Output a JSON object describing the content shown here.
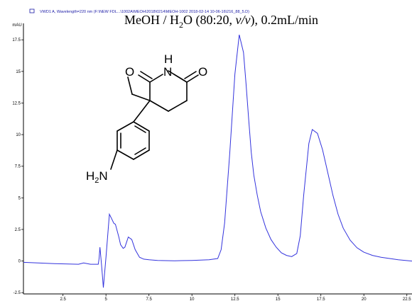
{
  "header": {
    "trace_label": "VWD1 A, Wavelength=220 nm (F:\\NEW FDL...\\1002A\\MEOH\\2018\\0214\\MEOH-1002 2018-02-14 10-06-16\\216_88_5.D)"
  },
  "conditions": {
    "prefix": "MeOH / H",
    "sub": "2",
    "middle": "O (80:20, ",
    "italic": "v/v",
    "suffix": "), 0.2mL/min"
  },
  "structure": {
    "atom_o_left": "O",
    "atom_nh": "H",
    "atom_n": "N",
    "atom_o_right": "O",
    "amine_h": "H",
    "amine_sub": "2",
    "amine_n": "N"
  },
  "chart_data": {
    "type": "line",
    "title": "",
    "xlabel": "",
    "ylabel": "mAU",
    "xlim": [
      0.2,
      22.8
    ],
    "ylim": [
      -2.6,
      18.8
    ],
    "x_ticks": [
      2.5,
      5,
      7.5,
      10,
      12.5,
      15,
      17.5,
      20,
      22.5
    ],
    "x_tick_labels": [
      "2.5",
      "5",
      "7.5",
      "10",
      "12.5",
      "15",
      "17.5",
      "20",
      "22.5"
    ],
    "y_ticks": [
      -2.5,
      0,
      2.5,
      5,
      7.5,
      10,
      12.5,
      15,
      17.5
    ],
    "y_tick_labels": [
      "-2.5",
      "0",
      "2.5",
      "5",
      "7.5",
      "10",
      "12.5",
      "15",
      "17.5"
    ],
    "line_color": "#3333dd",
    "series": [
      {
        "x": [
          0.2,
          2,
          3.4,
          3.7,
          4.1,
          4.55,
          4.6,
          4.65,
          4.75,
          4.85,
          5.0,
          5.2,
          5.35,
          5.45,
          5.55,
          5.65,
          5.75,
          5.85,
          6.0,
          6.1,
          6.3,
          6.5,
          6.7,
          6.95,
          7.2,
          7.5,
          8.0,
          9.0,
          10.0,
          11.0,
          11.5,
          11.7,
          11.9,
          12.2,
          12.5,
          12.75,
          13.0,
          13.15,
          13.3,
          13.45,
          13.6,
          13.8,
          14.0,
          14.3,
          14.6,
          14.9,
          15.2,
          15.5,
          15.8,
          16.1,
          16.3,
          16.5,
          16.8,
          17.0,
          17.3,
          17.6,
          17.9,
          18.2,
          18.5,
          18.8,
          19.2,
          19.6,
          20.0,
          20.5,
          21.0,
          22.0,
          22.8
        ],
        "y": [
          -0.1,
          -0.2,
          -0.25,
          -0.15,
          -0.25,
          -0.25,
          0.2,
          1.1,
          -0.4,
          -2.1,
          0.3,
          3.7,
          3.3,
          3.0,
          2.9,
          2.4,
          1.9,
          1.3,
          1.0,
          1.1,
          1.9,
          1.7,
          0.9,
          0.3,
          0.15,
          0.1,
          0.05,
          0.02,
          0.05,
          0.1,
          0.2,
          0.9,
          3.0,
          8.5,
          14.8,
          17.9,
          16.5,
          14.0,
          11.2,
          8.6,
          6.8,
          5.2,
          3.9,
          2.6,
          1.7,
          1.1,
          0.65,
          0.45,
          0.35,
          0.6,
          2.0,
          5.2,
          9.3,
          10.4,
          10.1,
          8.8,
          7.0,
          5.2,
          3.7,
          2.6,
          1.65,
          1.05,
          0.7,
          0.45,
          0.3,
          0.1,
          0.0
        ]
      }
    ]
  }
}
